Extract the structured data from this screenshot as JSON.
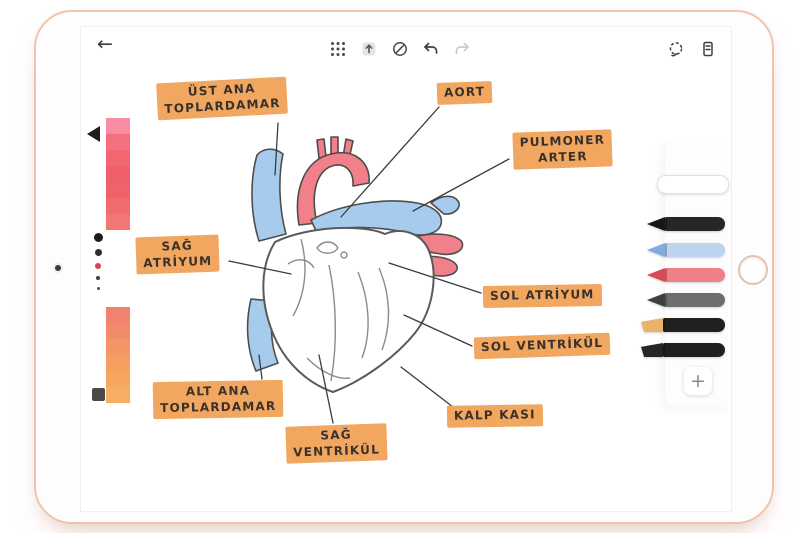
{
  "toolbar": {
    "back_glyph": "←",
    "icons": [
      {
        "name": "back"
      },
      {
        "name": "grid-view"
      },
      {
        "name": "export"
      },
      {
        "name": "clear"
      },
      {
        "name": "undo",
        "enabled": true
      },
      {
        "name": "redo",
        "enabled": false
      },
      {
        "name": "lasso"
      },
      {
        "name": "pen-tray"
      }
    ]
  },
  "canvas": {
    "annotations": [
      {
        "line1": "ÜST ANA",
        "line2": "TOPLARDAMAR"
      },
      {
        "line1": "AORT",
        "line2": ""
      },
      {
        "line1": "PULMONER",
        "line2": "ARTER"
      },
      {
        "line1": "SAĞ",
        "line2": "ATRİYUM"
      },
      {
        "line1": "SOL ATRİYUM",
        "line2": ""
      },
      {
        "line1": "SOL VENTRİKÜL",
        "line2": ""
      },
      {
        "line1": "ALT ANA",
        "line2": "TOPLARDAMAR"
      },
      {
        "line1": "SAĞ",
        "line2": "VENTRİKÜL"
      },
      {
        "line1": "KALP KASI",
        "line2": ""
      }
    ],
    "highlight_color": "#f2a761",
    "artery_red": "#f2808a",
    "vein_blue": "#a7cbec"
  },
  "palette": {
    "top_colors": [
      "#f78ca2",
      "#f5707f",
      "#f26672",
      "#f05f69",
      "#f0626b",
      "#f16c6f",
      "#f27672"
    ],
    "bottom_colors": [
      "#f28170",
      "#f28b6a",
      "#f39565",
      "#f49e60",
      "#f5a75f",
      "#f6af62"
    ],
    "size_dots": [
      "#1c1c1c",
      "#2e2e2e",
      "#d8434c",
      "#3c3c3c",
      "#505050"
    ],
    "active_swatch": "#4a4a4a"
  },
  "tools": {
    "pens": [
      {
        "name": "eraser",
        "body": "#ffffff",
        "tip": "#ffffff"
      },
      {
        "name": "black-pen",
        "body": "#262626",
        "tip": "#161616"
      },
      {
        "name": "blue-pen",
        "body": "#bdd3ef",
        "tip": "#83abdd"
      },
      {
        "name": "red-pen",
        "body": "#ef8087",
        "tip": "#d94a55"
      },
      {
        "name": "gray-pen",
        "body": "#6e6e6e",
        "tip": "#3f3f3f"
      },
      {
        "name": "orange-marker",
        "body": "#202020",
        "tip": "#e9b36b"
      },
      {
        "name": "black-marker",
        "body": "#202020",
        "tip": "#262626"
      }
    ],
    "add_button_label": "+"
  }
}
